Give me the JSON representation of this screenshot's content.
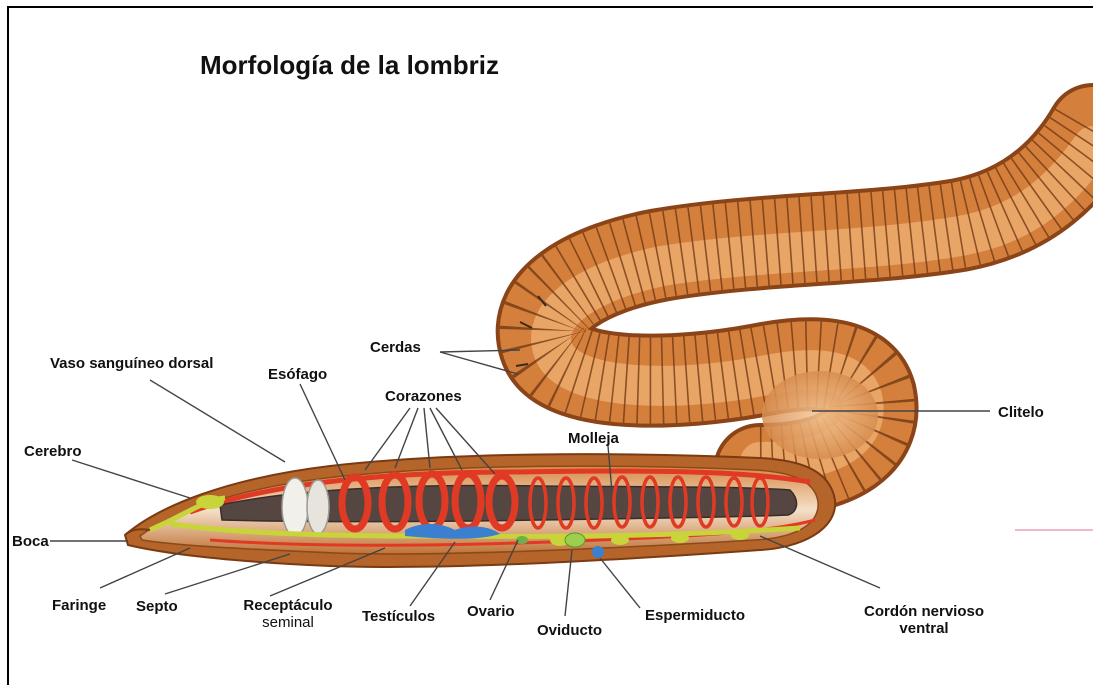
{
  "title": "Morfología de la lombriz",
  "labels": {
    "vaso": "Vaso sanguíneo dorsal",
    "esofago": "Esófago",
    "corazones": "Corazones",
    "cerdas": "Cerdas",
    "cerebro": "Cerebro",
    "molleja": "Molleja",
    "clitelo": "Clitelo",
    "boca": "Boca",
    "faringe": "Faringe",
    "septo": "Septo",
    "receptaculo_1": "Receptáculo",
    "receptaculo_2": "seminal",
    "testiculos": "Testículos",
    "ovario": "Ovario",
    "oviducto": "Oviducto",
    "espermiducto": "Espermiducto",
    "cordon_1": "Cordón nervioso",
    "cordon_2": "ventral"
  },
  "colors": {
    "body_outer": "#c8742e",
    "body_light": "#f0b070",
    "segment_line": "#6b3410",
    "gut": "#5a4a46",
    "blood_vessel": "#e03a24",
    "nerve": "#c8d43a",
    "reproductive_blue": "#3a7fd0",
    "leader": "#444444"
  }
}
